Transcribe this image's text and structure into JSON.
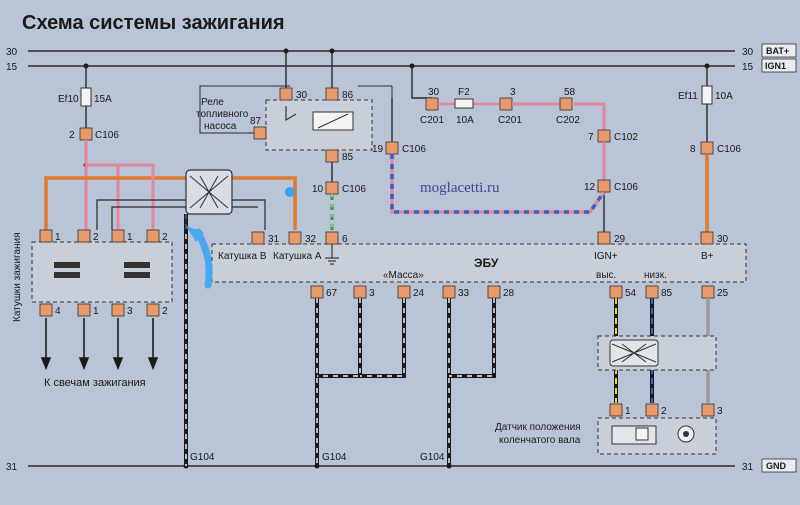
{
  "title": "Схема системы зажигания",
  "watermark": "moglacetti.ru",
  "buses": {
    "bat": {
      "num_left": "30",
      "num_right": "30",
      "label": "BAT+"
    },
    "ign": {
      "num_left": "15",
      "num_right": "15",
      "label": "IGN1"
    },
    "gnd": {
      "num_left": "31",
      "num_right": "31",
      "label": "GND"
    }
  },
  "fuses": {
    "ef10": {
      "name": "Ef10",
      "rating": "15A"
    },
    "ef11": {
      "name": "Ef11",
      "rating": "10A"
    },
    "f2": {
      "name": "F2",
      "rating": "10A"
    }
  },
  "relay": {
    "label": "Реле\nтопливного\nнасоса",
    "pin_30": "30",
    "pin_86": "86",
    "pin_87": "87",
    "pin_85": "85"
  },
  "connectors": {
    "c106": "C106",
    "c201": "C201",
    "c202": "C202",
    "c102": "C102"
  },
  "pins": {
    "p2": "2",
    "p19": "19",
    "p10": "10",
    "p30a": "30",
    "p3a": "3",
    "p58": "58",
    "p7": "7",
    "p12": "12",
    "p8": "8"
  },
  "ecu": {
    "label": "ЭБУ",
    "coil_b": "Катушка В",
    "coil_a": "Катушка А",
    "top_pins": [
      "31",
      "32",
      "6",
      "29",
      "30"
    ],
    "ign_plus": "IGN+",
    "b_plus": "B+",
    "massa": "«Масса»",
    "bottom_pins": [
      "67",
      "3",
      "24",
      "33",
      "28",
      "54",
      "85",
      "25"
    ],
    "vys": "выс.",
    "nizk": "низк."
  },
  "coils": {
    "side_label": "Катушки зажигания",
    "top_pins": [
      "1",
      "2",
      "1",
      "2"
    ],
    "bottom_pins": [
      "4",
      "1",
      "3",
      "2"
    ],
    "plugs_label": "К свечам зажигания"
  },
  "sensor": {
    "label": "Датчик положения\nколенчатого вала",
    "pins": [
      "1",
      "2",
      "3"
    ]
  },
  "grounds": [
    "G104",
    "G104",
    "G104"
  ],
  "colors": {
    "background": "#b9c4d6",
    "wire_orange": "#e07a2c",
    "wire_pink": "#e2889c",
    "wire_blue": "#3b5fc0",
    "wire_green": "#3a9a3a",
    "wire_yellow": "#e8d21a",
    "wire_gray": "#9a9a9a",
    "connector": "#e89a6a",
    "box_fill": "#c9cfd9"
  }
}
